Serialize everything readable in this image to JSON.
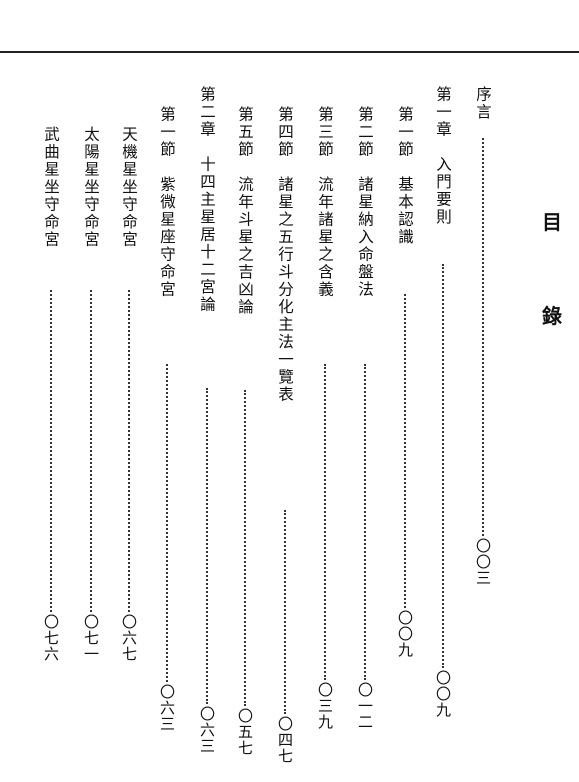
{
  "heading": {
    "char1": "目",
    "char2": "錄"
  },
  "toc": [
    {
      "id": "preface",
      "title": "序言",
      "page": "〇〇三"
    },
    {
      "id": "ch1",
      "title": "第一章　入門要則",
      "page": "〇〇九"
    },
    {
      "id": "ch1-s1",
      "title": "第一節　基本認識",
      "page": "〇〇九"
    },
    {
      "id": "ch1-s2",
      "title": "第二節　諸星納入命盤法",
      "page": "〇一二"
    },
    {
      "id": "ch1-s3",
      "title": "第三節　流年諸星之含義",
      "page": "〇三九"
    },
    {
      "id": "ch1-s4",
      "title": "第四節　諸星之五行斗分化主法一覽表",
      "page": "〇四七"
    },
    {
      "id": "ch1-s5",
      "title": "第五節　流年斗星之吉凶論",
      "page": "〇五七"
    },
    {
      "id": "ch2",
      "title": "第二章　十四主星居十二宮論",
      "page": "〇六三"
    },
    {
      "id": "ch2-s1",
      "title": "第一節　紫微星座守命宮",
      "page": "〇六三"
    },
    {
      "id": "ch2-e1",
      "title": "天機星坐守命宮",
      "page": "〇六七"
    },
    {
      "id": "ch2-e2",
      "title": "太陽星坐守命宮",
      "page": "〇七一"
    },
    {
      "id": "ch2-e3",
      "title": "武曲星坐守命宮",
      "page": "〇七六"
    }
  ]
}
